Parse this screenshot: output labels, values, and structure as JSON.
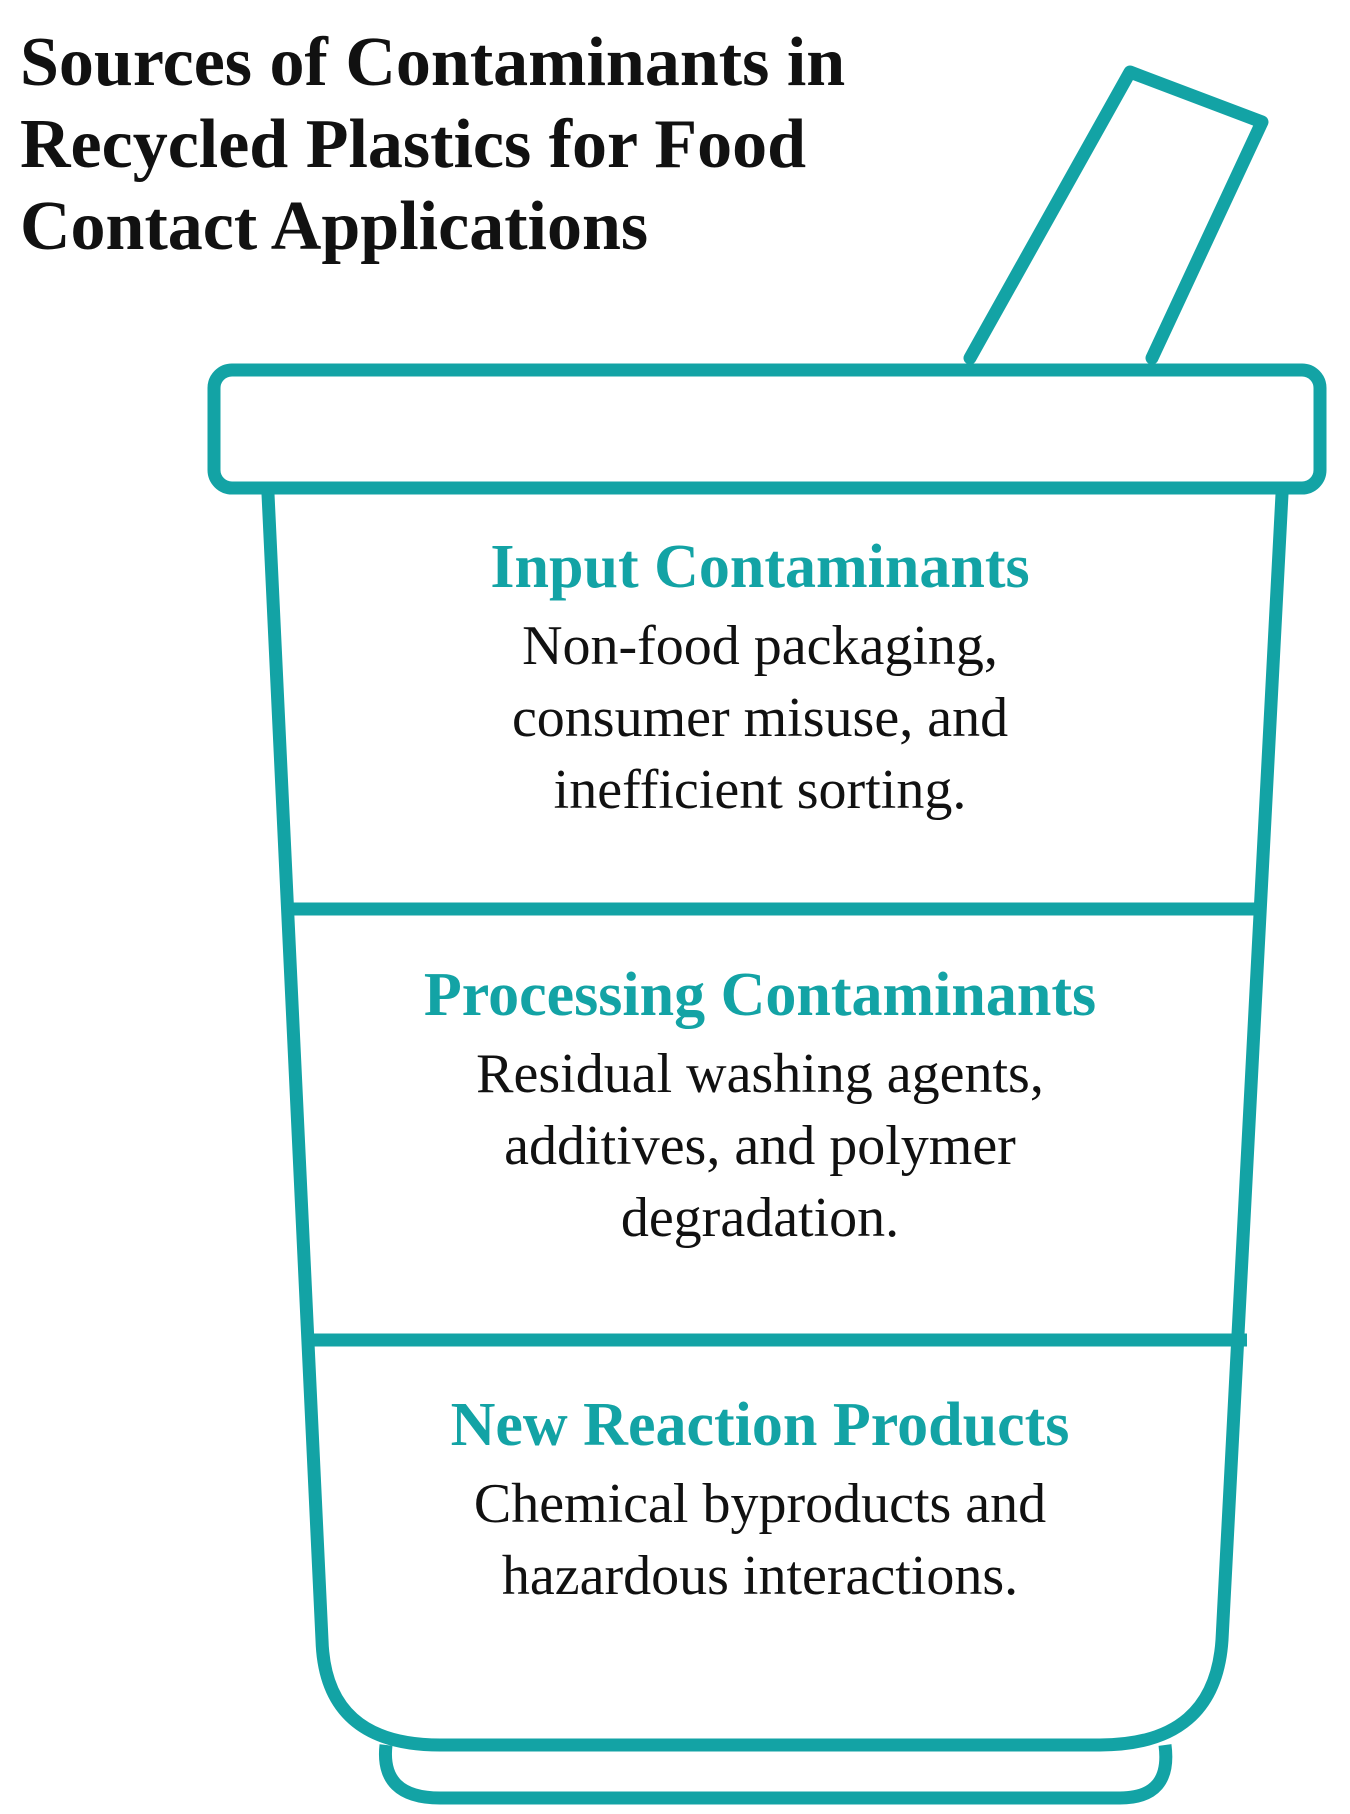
{
  "title_lines": [
    "Sources of Contaminants in",
    "Recycled Plastics for Food",
    "Contact Applications"
  ],
  "colors": {
    "accent": "#13A3A5",
    "text": "#111111",
    "background": "#FFFFFF"
  },
  "illustration": {
    "icon": "cup-with-straw-icon"
  },
  "sections": [
    {
      "heading": "Input Contaminants",
      "lines": [
        "Non-food packaging,",
        "consumer misuse,  and",
        "inefficient sorting."
      ]
    },
    {
      "heading": "Processing Contaminants",
      "lines": [
        "Residual  washing agents,",
        "additives,  and polymer",
        "degradation."
      ]
    },
    {
      "heading": "New Reaction Products",
      "lines": [
        "Chemical byproducts  and",
        "hazardous interactions."
      ]
    }
  ]
}
